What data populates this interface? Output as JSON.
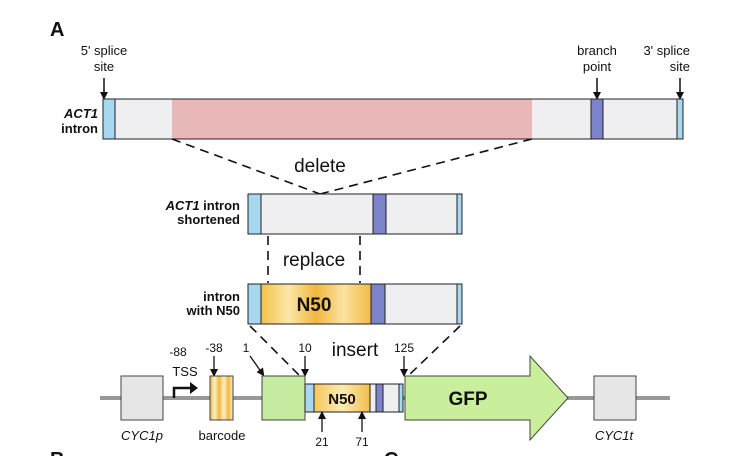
{
  "figure": {
    "panel_a": "A",
    "panel_b": "B",
    "panel_c": "C"
  },
  "labels": {
    "splice5_line1": "5' splice",
    "splice5_line2": "site",
    "branch_line1": "branch",
    "branch_line2": "point",
    "splice3_line1": "3' splice",
    "splice3_line2": "site",
    "act1_line1": "ACT1",
    "act1_line2": "intron",
    "delete": "delete",
    "short_line1_italic": "ACT1",
    "short_line1_rest": " intron",
    "short_line2": "shortened",
    "replace": "replace",
    "with_line1": "intron",
    "with_line2": "with N50",
    "n50": "N50",
    "insert": "insert",
    "gfp": "GFP",
    "tss": "TSS",
    "barcode": "barcode",
    "cyc1p": "CYC1p",
    "cyc1t": "CYC1t",
    "pos_m88": "-88",
    "pos_m38": "-38",
    "pos_1": "1",
    "pos_10": "10",
    "pos_125": "125",
    "pos_21": "21",
    "pos_71": "71"
  },
  "colors": {
    "splice_site": "#a8d8f0",
    "branch_point": "#7c83c8",
    "deleted_region": "#e8b8b8",
    "intron_body": "#efeff2",
    "n50_gold": "#f0b840",
    "gfp_green": "#c9ee9c",
    "exon_green": "#c5eba0",
    "cyc_box": "#e6e6e6",
    "backbone": "#999999"
  }
}
